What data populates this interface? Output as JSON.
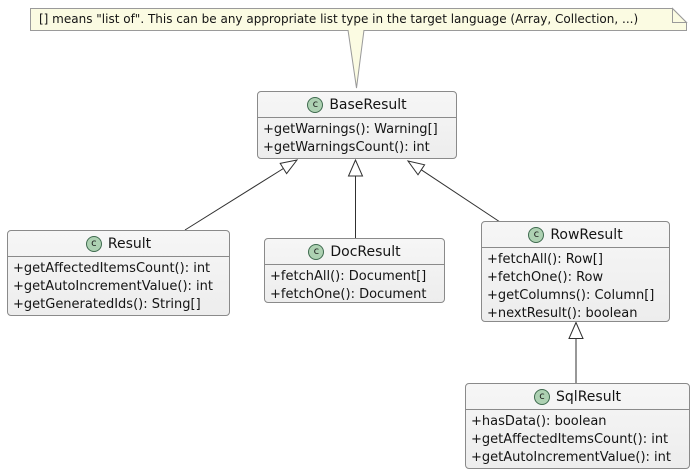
{
  "diagram": {
    "kind": "uml-class-diagram",
    "note": {
      "text": "[] means \"list of\". This can be any appropriate list type in the target language (Array, Collection, ...)",
      "attached_to": "BaseResult"
    },
    "classes": [
      {
        "name": "BaseResult",
        "badge": "C",
        "members": [
          "+getWarnings(): Warning[]",
          "+getWarningsCount(): int"
        ]
      },
      {
        "name": "Result",
        "badge": "C",
        "members": [
          "+getAffectedItemsCount(): int",
          "+getAutoIncrementValue(): int",
          "+getGeneratedIds(): String[]"
        ]
      },
      {
        "name": "DocResult",
        "badge": "C",
        "members": [
          "+fetchAll(): Document[]",
          "+fetchOne(): Document"
        ]
      },
      {
        "name": "RowResult",
        "badge": "C",
        "members": [
          "+fetchAll(): Row[]",
          "+fetchOne(): Row",
          "+getColumns(): Column[]",
          "+nextResult(): boolean"
        ]
      },
      {
        "name": "SqlResult",
        "badge": "C",
        "members": [
          "+hasData(): boolean",
          "+getAffectedItemsCount(): int",
          "+getAutoIncrementValue(): int"
        ]
      }
    ],
    "relations": [
      {
        "from": "Result",
        "to": "BaseResult",
        "type": "extends"
      },
      {
        "from": "DocResult",
        "to": "BaseResult",
        "type": "extends"
      },
      {
        "from": "RowResult",
        "to": "BaseResult",
        "type": "extends"
      },
      {
        "from": "SqlResult",
        "to": "RowResult",
        "type": "extends"
      }
    ],
    "colors": {
      "note_bg": "#FBFBE2",
      "note_border": "#9a9a9a",
      "class_bg": "#F1F1F1",
      "class_border": "#8a8a8a",
      "class_icon_bg": "#ADD1B2",
      "class_icon_border": "#3f6b4f",
      "arrow": "#303030",
      "background": "#ffffff"
    }
  }
}
